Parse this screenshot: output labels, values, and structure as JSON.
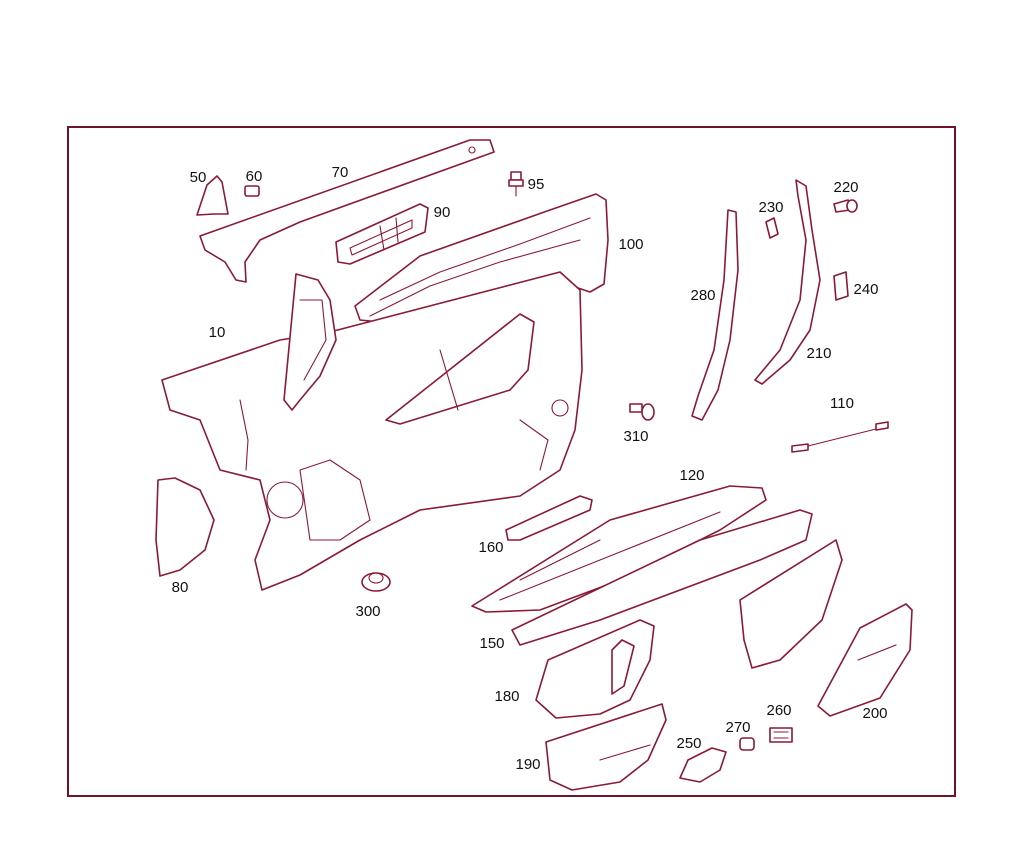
{
  "diagram": {
    "callouts": [
      {
        "id": "p10",
        "text": "10"
      },
      {
        "id": "p50",
        "text": "50"
      },
      {
        "id": "p60",
        "text": "60"
      },
      {
        "id": "p70",
        "text": "70"
      },
      {
        "id": "p80",
        "text": "80"
      },
      {
        "id": "p90",
        "text": "90"
      },
      {
        "id": "p95",
        "text": "95"
      },
      {
        "id": "p100",
        "text": "100"
      },
      {
        "id": "p110",
        "text": "110"
      },
      {
        "id": "p120",
        "text": "120"
      },
      {
        "id": "p150",
        "text": "150"
      },
      {
        "id": "p160",
        "text": "160"
      },
      {
        "id": "p180",
        "text": "180"
      },
      {
        "id": "p190",
        "text": "190"
      },
      {
        "id": "p200",
        "text": "200"
      },
      {
        "id": "p210",
        "text": "210"
      },
      {
        "id": "p220",
        "text": "220"
      },
      {
        "id": "p230",
        "text": "230"
      },
      {
        "id": "p240",
        "text": "240"
      },
      {
        "id": "p250",
        "text": "250"
      },
      {
        "id": "p260",
        "text": "260"
      },
      {
        "id": "p270",
        "text": "270"
      },
      {
        "id": "p280",
        "text": "280"
      },
      {
        "id": "p300",
        "text": "300"
      },
      {
        "id": "p310",
        "text": "310"
      }
    ]
  },
  "colors": {
    "line": "#8a1a35",
    "frame": "#6e1428",
    "label": "#111111",
    "background": "#ffffff"
  }
}
